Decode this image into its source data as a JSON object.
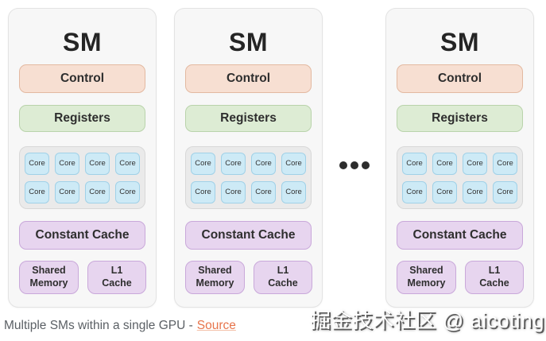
{
  "labels": {
    "control": "Control",
    "registers": "Registers",
    "core": "Core",
    "core_count_per_sm": 8,
    "constant_cache": "Constant Cache",
    "shared_memory": "Shared\nMemory",
    "l1_cache": "L1\nCache",
    "ellipsis": "•••"
  },
  "cards": [
    {
      "title": "SM"
    },
    {
      "title": "SM"
    },
    {
      "title": "SM"
    }
  ],
  "caption": {
    "text": "Multiple SMs within a single GPU -",
    "link_label": "Source"
  },
  "watermark": "掘金技术社区 @ aicoting",
  "colors": {
    "page_bg": "#ffffff",
    "card_bg": "#f7f7f7",
    "card_border": "#e3e3e3",
    "control_bg": "#f7dfd2",
    "control_border": "#e3b9a1",
    "registers_bg": "#ddecd4",
    "registers_border": "#b9d3ab",
    "cores_container_bg": "#eaeaea",
    "core_bg": "#cdeaf6",
    "core_border": "#a0d1e8",
    "cache_bg": "#e7d5ef",
    "cache_border": "#c9a8da",
    "caption_text": "#5b6065",
    "source_link": "#e7744b",
    "ellipsis_dots": "#2d2d2d",
    "watermark_text": "#ffffff"
  }
}
